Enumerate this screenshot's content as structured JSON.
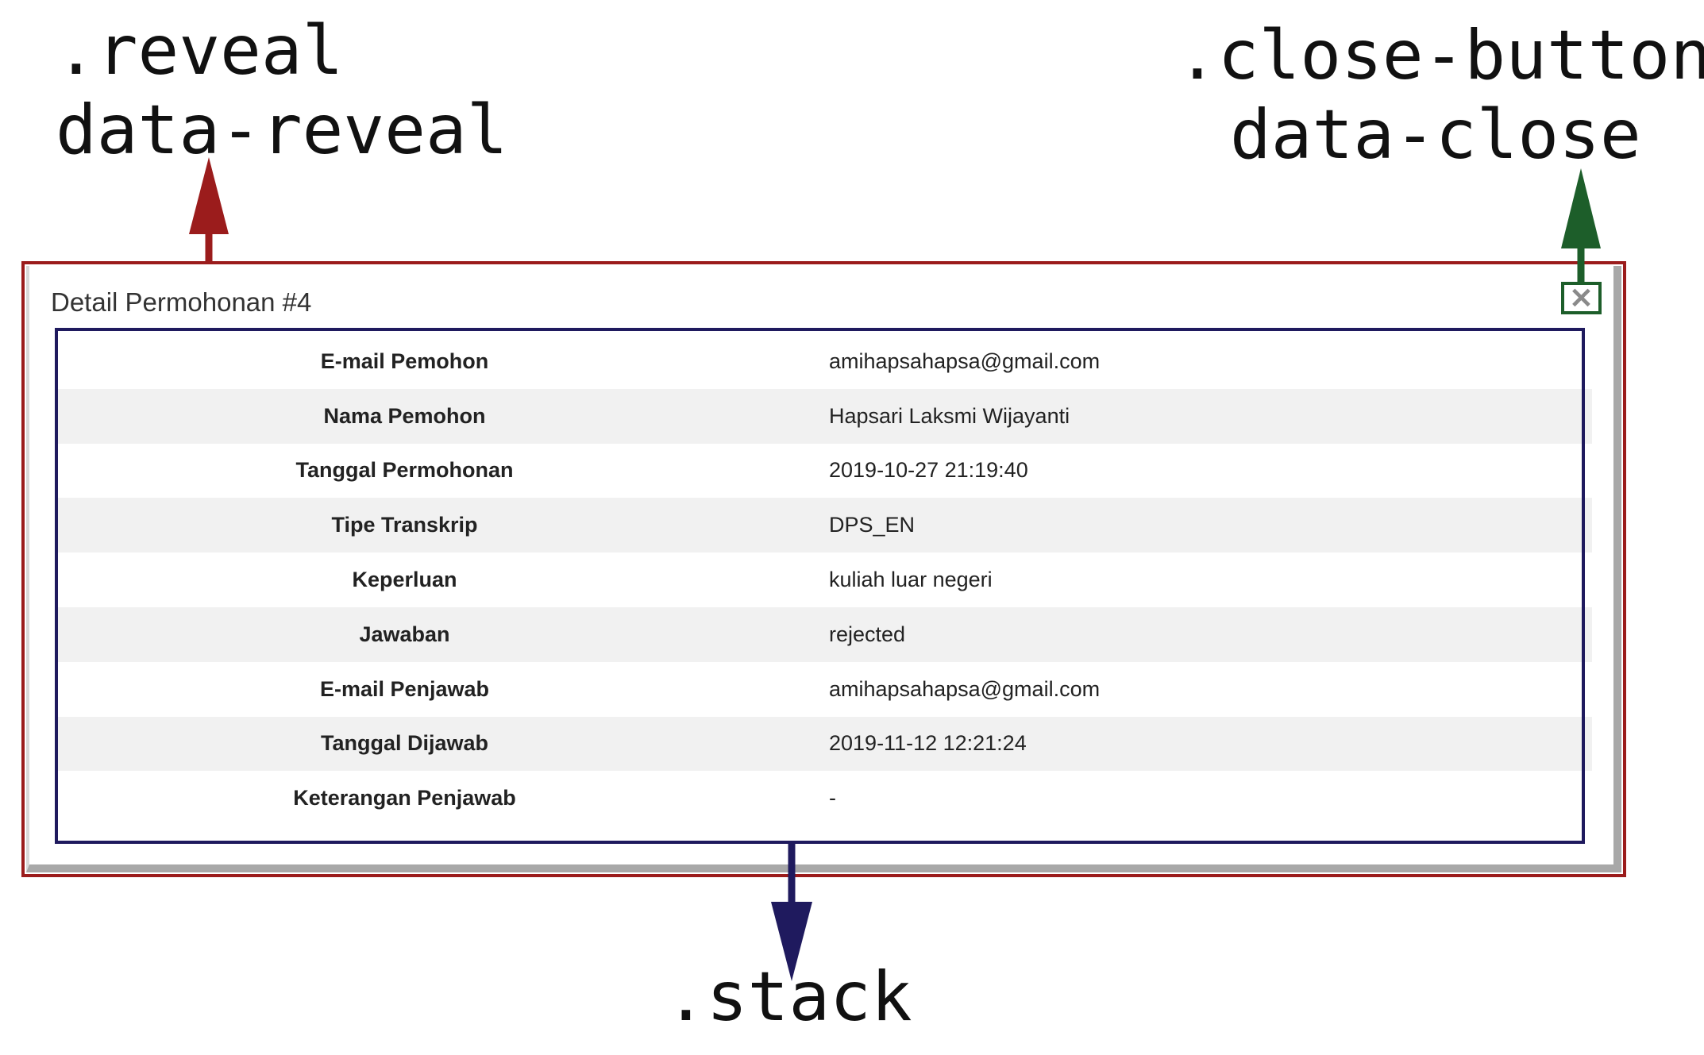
{
  "annotations": {
    "reveal": [
      ".reveal",
      "data-reveal"
    ],
    "close_button": [
      ".close-button",
      "data-close"
    ],
    "stack": ".stack"
  },
  "colors": {
    "reveal": "#9b1c1c",
    "close_button": "#1d5e2a",
    "stack": "#1f1a5e"
  },
  "modal": {
    "title": "Detail Permohonan #4",
    "close_icon": "close-icon",
    "close_glyph": "✕"
  },
  "rows": [
    {
      "key": "E-mail Pemohon",
      "value": "amihapsahapsa@gmail.com"
    },
    {
      "key": "Nama Pemohon",
      "value": "Hapsari Laksmi Wijayanti"
    },
    {
      "key": "Tanggal Permohonan",
      "value": "2019-10-27 21:19:40"
    },
    {
      "key": "Tipe Transkrip",
      "value": "DPS_EN"
    },
    {
      "key": "Keperluan",
      "value": "kuliah luar negeri"
    },
    {
      "key": "Jawaban",
      "value": "rejected"
    },
    {
      "key": "E-mail Penjawab",
      "value": "amihapsahapsa@gmail.com"
    },
    {
      "key": "Tanggal Dijawab",
      "value": "2019-11-12 12:21:24"
    },
    {
      "key": "Keterangan Penjawab",
      "value": "-"
    }
  ]
}
